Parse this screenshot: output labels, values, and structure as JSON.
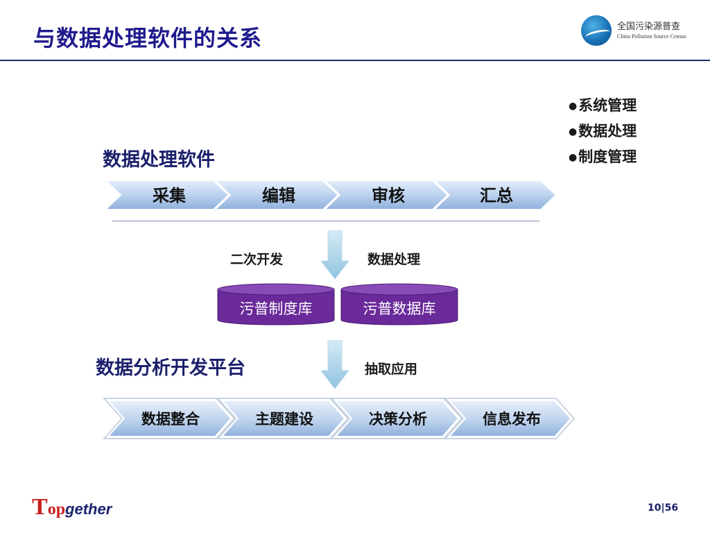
{
  "slide": {
    "title": "与数据处理软件的关系",
    "logo": {
      "cn": "全国污染源普查",
      "en": "China Pollution Source Census"
    },
    "bullets": [
      "系统管理",
      "数据处理",
      "制度管理"
    ],
    "software": {
      "heading": "数据处理软件",
      "steps": [
        "采集",
        "编辑",
        "审核",
        "汇总"
      ]
    },
    "middle": {
      "left_label": "二次开发",
      "right_label": "数据处理",
      "databases": [
        "污普制度库",
        "污普数据库"
      ]
    },
    "platform": {
      "heading": "数据分析开发平台",
      "side_label": "抽取应用",
      "steps": [
        "数据整合",
        "主题建设",
        "决策分析",
        "信息发布"
      ]
    },
    "footer": {
      "brand_T": "T",
      "brand_op": "op",
      "brand_gether": "gether",
      "page": "10|56"
    },
    "colors": {
      "title": "#1f1a8c",
      "chevron_light": "#dbe8f8",
      "chevron_dark": "#8fb0dc",
      "cylinder": "#6a2a9a",
      "arrow": "#a6cfe6"
    }
  }
}
